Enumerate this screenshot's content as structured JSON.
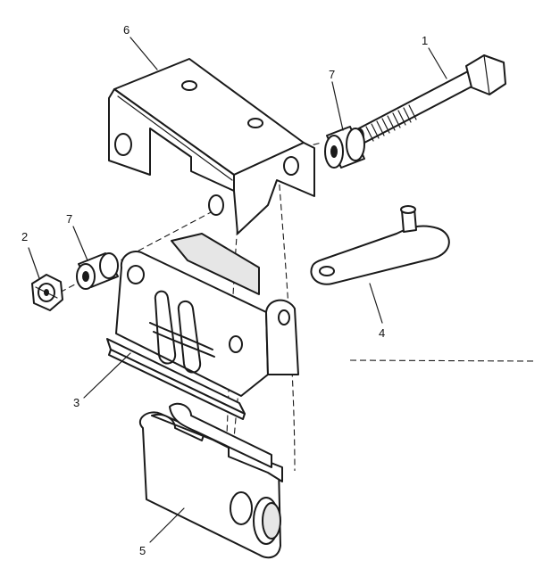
{
  "callouts": [
    {
      "id": "c1",
      "label": "1",
      "part": "bolt"
    },
    {
      "id": "c2",
      "label": "2",
      "part": "nut"
    },
    {
      "id": "c3",
      "label": "3",
      "part": "caliper-bracket"
    },
    {
      "id": "c4",
      "label": "4",
      "part": "lever-arm"
    },
    {
      "id": "c5",
      "label": "5",
      "part": "brake-pad"
    },
    {
      "id": "c6",
      "label": "6",
      "part": "mounting-bracket"
    },
    {
      "id": "c7a",
      "label": "7",
      "part": "spacer-upper"
    },
    {
      "id": "c7b",
      "label": "7",
      "part": "spacer-lower"
    }
  ]
}
